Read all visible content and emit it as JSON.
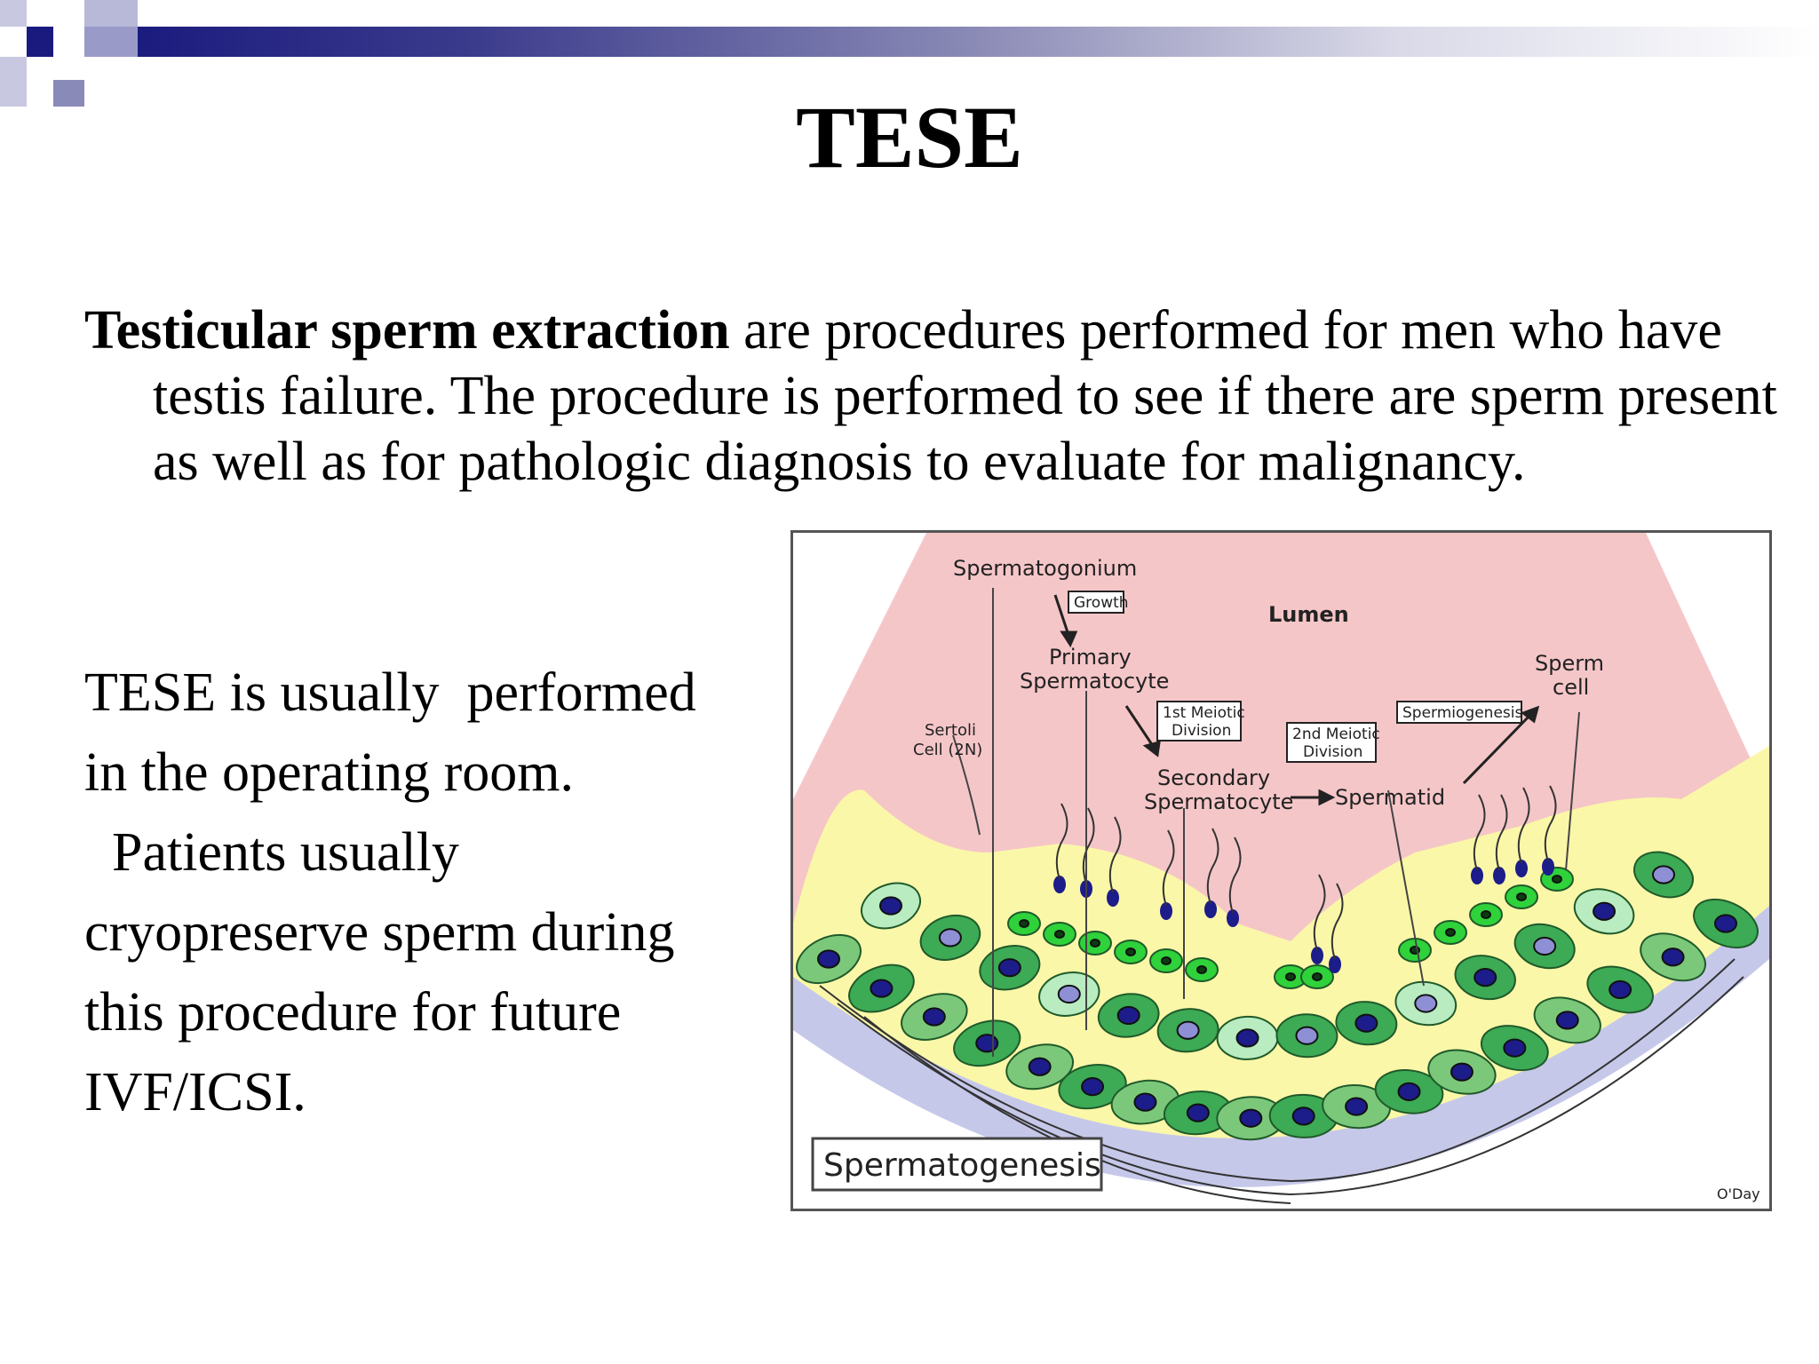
{
  "slide": {
    "title": "TESE",
    "intro_bold": "Testicular sperm extraction",
    "intro_rest": " are procedures performed for men who have testis failure.  The procedure is performed to see if there are sperm present as well as for pathologic diagnosis to evaluate for malignancy.",
    "tese_lines": [
      "TESE is usually  performed",
      "in the operating room.",
      "  Patients usually",
      "cryopreserve sperm during",
      "this procedure for future",
      "IVF/ICSI."
    ]
  },
  "figure": {
    "caption": "Spermatogenesis",
    "credit": "O'Day",
    "labels": {
      "spermatogonium": "Spermatogonium",
      "growth": "Growth",
      "primary_1": "Primary",
      "primary_2": "Spermatocyte",
      "lumen": "Lumen",
      "sperm_1": "Sperm",
      "sperm_2": "cell",
      "sertoli_1": "Sertoli",
      "sertoli_2": "Cell (2N)",
      "first_meiotic_1": "1st Meiotic",
      "first_meiotic_2": "Division",
      "second_meiotic_1": "2nd Meiotic",
      "second_meiotic_2": "Division",
      "spermiogenesis": "Spermiogenesis",
      "secondary_1": "Secondary",
      "secondary_2": "Spermatocyte",
      "spermatid": "Spermatid"
    },
    "colors": {
      "lumen": "#f5c6c8",
      "sertoli": "#fbf7a8",
      "basement": "#c6c8ea",
      "cell_green": "#3daa55",
      "cell_light": "#b9ecc0",
      "nucleus": "#1c1c8a",
      "nucleus_light": "#8f8fd6"
    }
  }
}
